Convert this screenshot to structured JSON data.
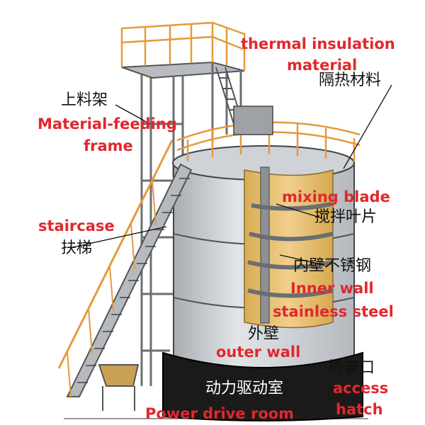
{
  "labels": {
    "thermal_en_1": "thermal insulation",
    "thermal_en_2": "material",
    "thermal_zh": "隔热材料",
    "feeding_zh": "上料架",
    "feeding_en_1": "Material-feeding",
    "feeding_en_2": "frame",
    "mixing_en": "mixing blade",
    "mixing_zh": "搅拌叶片",
    "staircase_en": "staircase",
    "staircase_zh": "扶梯",
    "inner_zh": "内壁不锈钢",
    "inner_en_1": "Inner wall",
    "inner_en_2": "stainless steel",
    "outer_zh": "外壁",
    "outer_en": "outer wall",
    "power_zh": "动力驱动室",
    "power_en": "Power drive room",
    "access_zh": "检查口",
    "access_en_1": "access",
    "access_en_2": "hatch"
  },
  "colors": {
    "label_red": "#e0282e",
    "label_black": "#111111",
    "railing_orange": "#e39a3c",
    "tank_grey": "#c9cdd1",
    "insulation_yellow": "#e6bf72",
    "drive_room_black": "#1a1a1a"
  }
}
